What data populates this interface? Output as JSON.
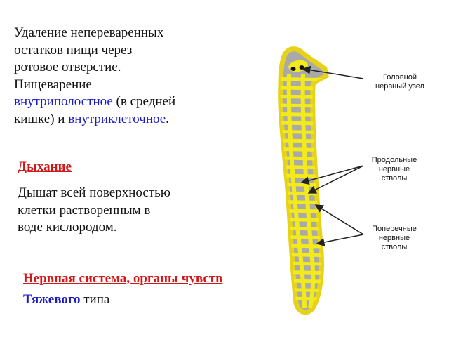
{
  "text": {
    "digestion": {
      "line1": "Удаление непереваренных",
      "line2": "остатков пищи через",
      "line3": "ротовое отверстие.",
      "line4": "Пищеварение",
      "line5_blue": "внутриполостное",
      "line5_rest": " (в средней",
      "line6_start": "кишке) и ",
      "line6_blue": "внутриклеточное",
      "line6_end": "."
    },
    "breathing": {
      "heading": "Дыхание",
      "line1": "Дышат всей поверхностью",
      "line2": "клетки растворенным в",
      "line3": "воде кислородом."
    },
    "nervous": {
      "heading": "Нервная система, органы чувств",
      "type_bold": "Тяжевого",
      "type_rest": " типа"
    }
  },
  "figure": {
    "labels": {
      "head_ganglion": [
        "Головной",
        "нервный узел"
      ],
      "longitudinal": [
        "Продольные",
        "нервные",
        "стволы"
      ],
      "transverse": [
        "Поперечные",
        "нервные",
        "стволы"
      ]
    }
  },
  "colors": {
    "body_gray": "#a9a9a9",
    "nerve_yellow": "#f2ea1a",
    "outline_yellow": "#e6d21a",
    "heading_red": "#d01818",
    "text_blue": "#1c1cc4",
    "arrow": "#222222"
  }
}
